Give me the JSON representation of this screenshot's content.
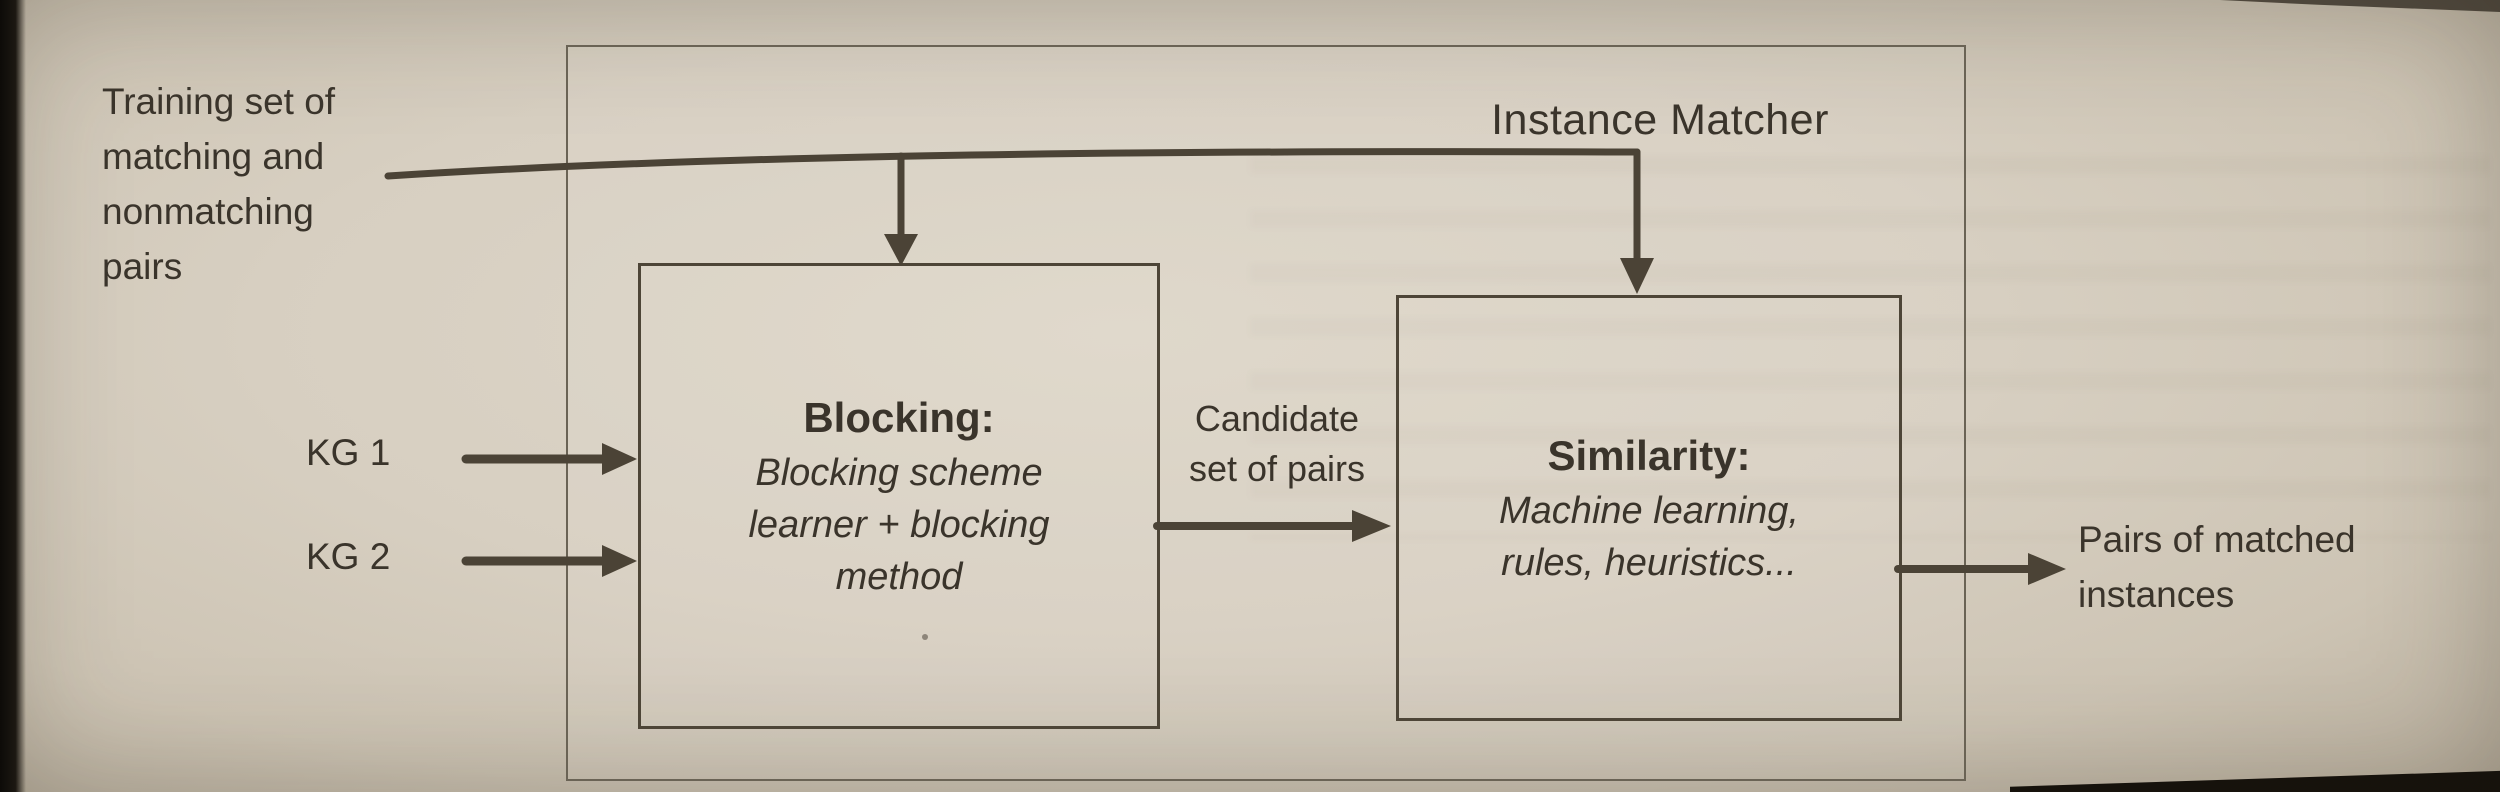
{
  "colors": {
    "paper": "#d7cfc1",
    "ink": "#3a342b",
    "line": "#4b4336"
  },
  "diagram": {
    "outer_title": "Instance Matcher",
    "training_label": {
      "lines": [
        "Training set of",
        "matching and",
        "nonmatching",
        "pairs"
      ]
    },
    "kg1_label": "KG 1",
    "kg2_label": "KG 2",
    "blocking": {
      "title": "Blocking:",
      "desc": [
        "Blocking scheme",
        "learner + blocking",
        "method"
      ]
    },
    "candidate_label": {
      "lines": [
        "Candidate",
        "set of pairs"
      ]
    },
    "similarity": {
      "title": "Similarity:",
      "desc": [
        "Machine learning,",
        "rules, heuristics..."
      ]
    },
    "output_label": {
      "lines": [
        "Pairs of matched",
        "instances"
      ]
    }
  }
}
